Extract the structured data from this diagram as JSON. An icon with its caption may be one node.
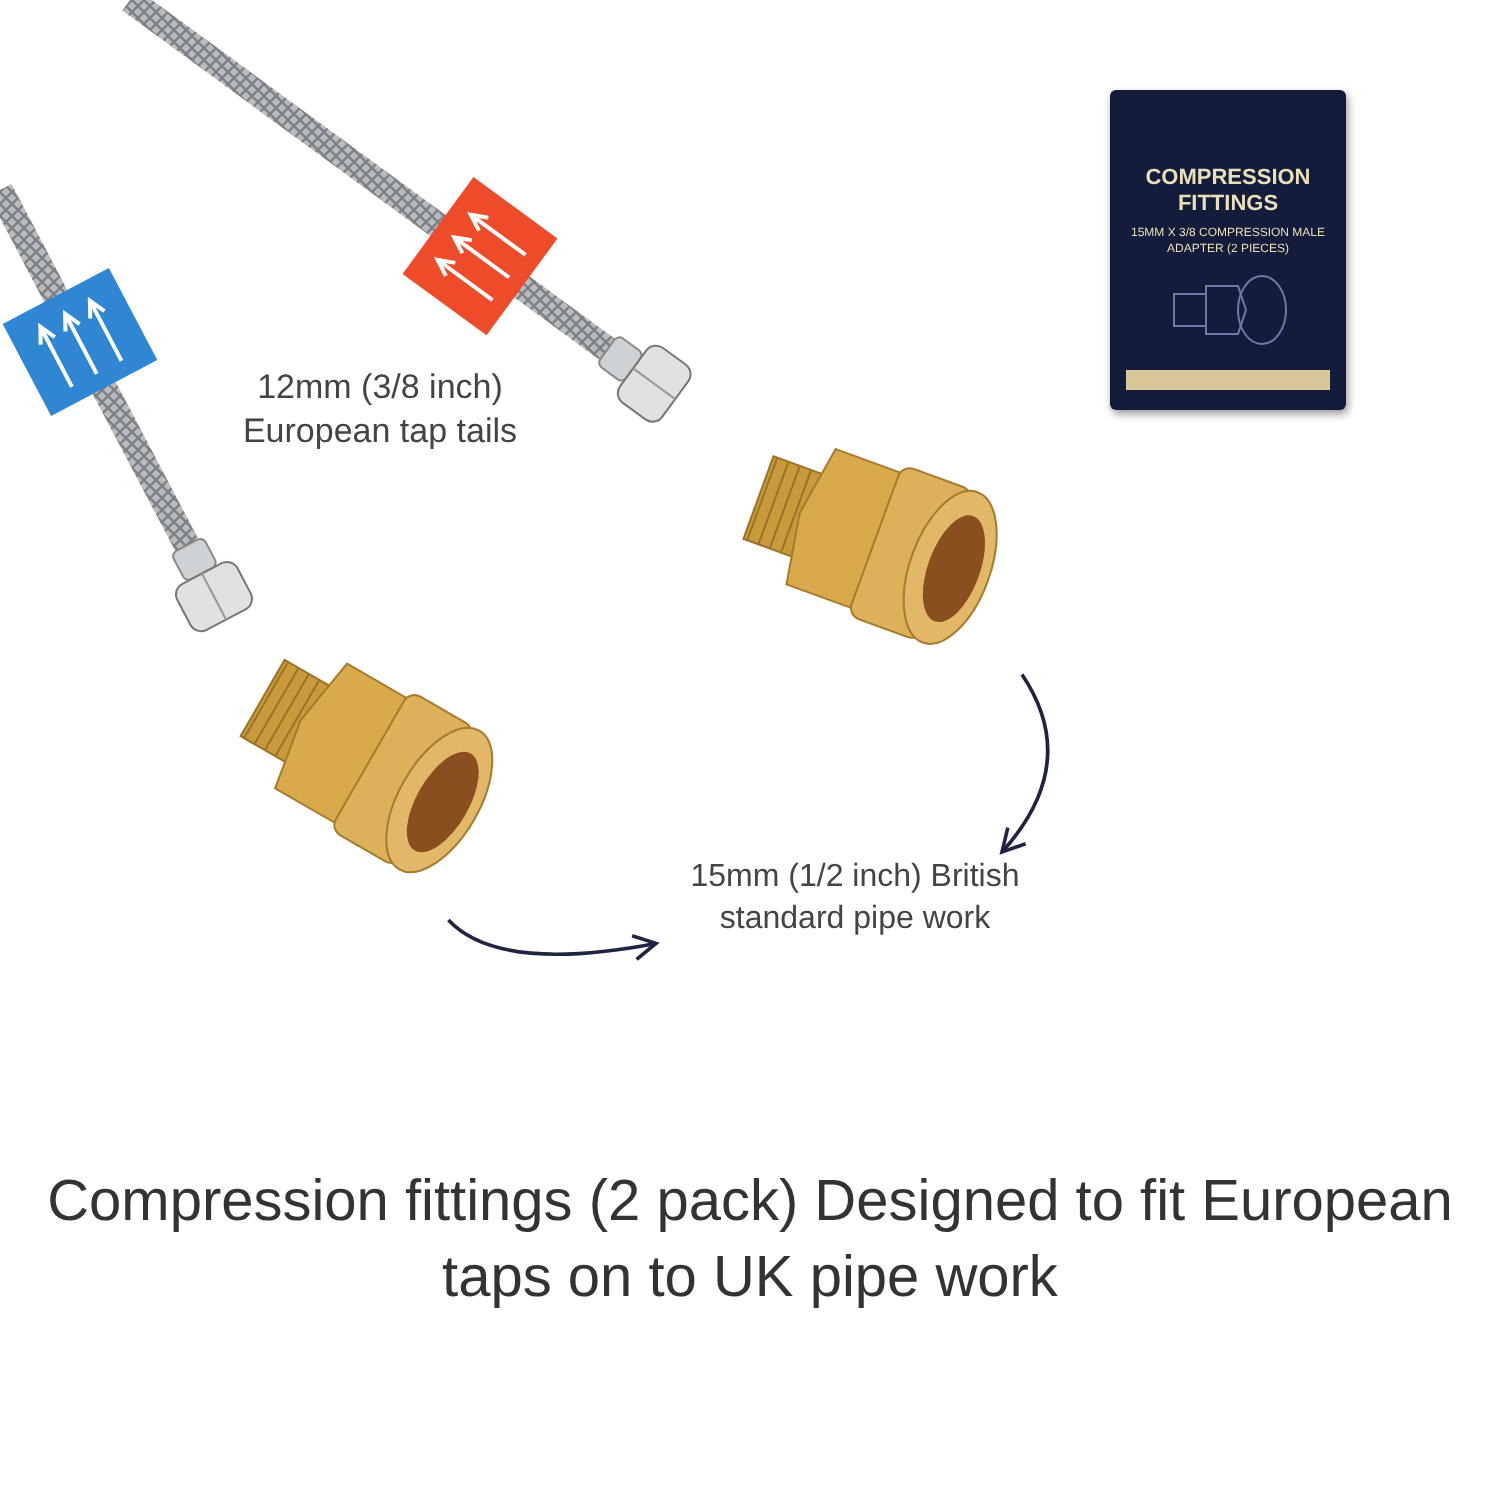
{
  "diagram": {
    "caption": "Compression fittings (2 pack) Designed to fit European taps on to UK pipe work",
    "nodes": [
      {
        "text": [],
        "shape": "picture"
      },
      {
        "text": [],
        "shape": "picture"
      },
      {
        "text": [
          "15mm (1/2 inch) British standard pipe work"
        ]
      }
    ],
    "edges": [
      {
        "from": 0,
        "to": 2,
        "arrow": "to"
      },
      {
        "from": 1,
        "to": 2,
        "arrow": "to"
      }
    ],
    "labels": [
      "12mm (3/8 inch) European tap tails",
      "COMPRESSION FITTINGS",
      "15MM X 3/8 COMPRESSION MALE ADAPTER (2 PIECES)"
    ]
  }
}
